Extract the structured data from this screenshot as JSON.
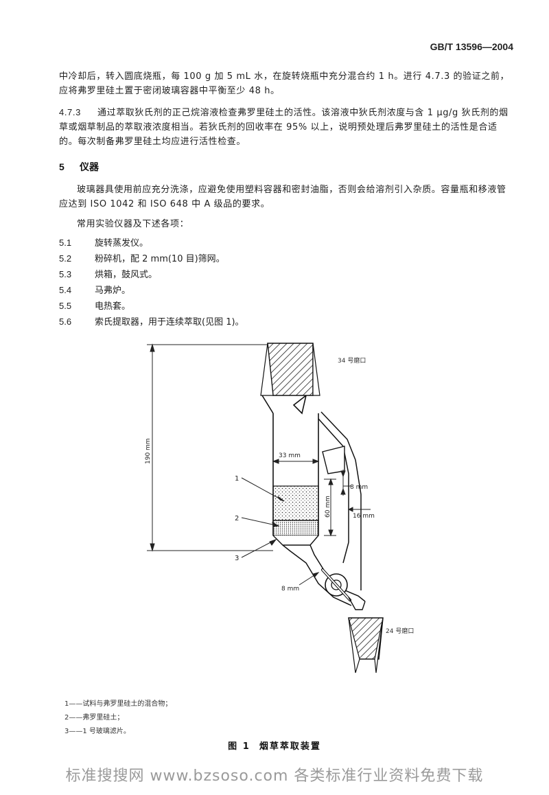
{
  "header": {
    "standard_code": "GB/T 13596—2004"
  },
  "section_4": {
    "para_1": "中冷却后，转入圆底烧瓶，每 100 g 加 5 mL 水，在旋转烧瓶中充分混合约 1 h。进行 4.7.3 的验证之前，应将弗罗里硅土置于密闭玻璃容器中平衡至少 48 h。",
    "item_473": {
      "number": "4.7.3",
      "text": "通过萃取狄氏剂的正己烷溶液检查弗罗里硅土的活性。该溶液中狄氏剂浓度与含 1 μg/g 狄氏剂的烟草或烟草制品的萃取液浓度相当。若狄氏剂的回收率在 95% 以上，说明预处理后弗罗里硅土的活性是合适的。每次制备弗罗里硅土均应进行活性检查。"
    }
  },
  "section_5": {
    "number": "5",
    "title": "仪器",
    "intro": "玻璃器具使用前应充分洗涤，应避免使用塑料容器和密封油脂，否则会给溶剂引入杂质。容量瓶和移液管应达到 ISO 1042 和 ISO 648 中 A 级品的要求。",
    "common": "常用实验仪器及下述各项：",
    "items": [
      {
        "number": "5.1",
        "text": "旋转蒸发仪。"
      },
      {
        "number": "5.2",
        "text": "粉碎机，配 2 mm(10 目)筛网。"
      },
      {
        "number": "5.3",
        "text": "烘箱，鼓风式。"
      },
      {
        "number": "5.4",
        "text": "马弗炉。"
      },
      {
        "number": "5.5",
        "text": "电热套。"
      },
      {
        "number": "5.6",
        "text": "索氏提取器，用于连续萃取(见图 1)。"
      }
    ]
  },
  "figure": {
    "labels": {
      "top_joint": "34 号磨口",
      "bottom_joint": "24 号磨口",
      "height": "190 mm",
      "width": "33 mm",
      "bed": "60 mm",
      "side_gap": "8 mm",
      "side_tube": "16 mm",
      "outlet": "8 mm",
      "callout_1": "1",
      "callout_2": "2",
      "callout_3": "3"
    },
    "legend": [
      "1——试料与弗罗里硅土的混合物；",
      "2——弗罗里硅土；",
      "3——1 号玻璃滤片。"
    ],
    "caption_number": "图 1",
    "caption_title": "烟草萃取装置"
  },
  "footer": {
    "watermark": "标准搜搜网 www.bzsoso.com 各类标准行业资料免费下载"
  }
}
